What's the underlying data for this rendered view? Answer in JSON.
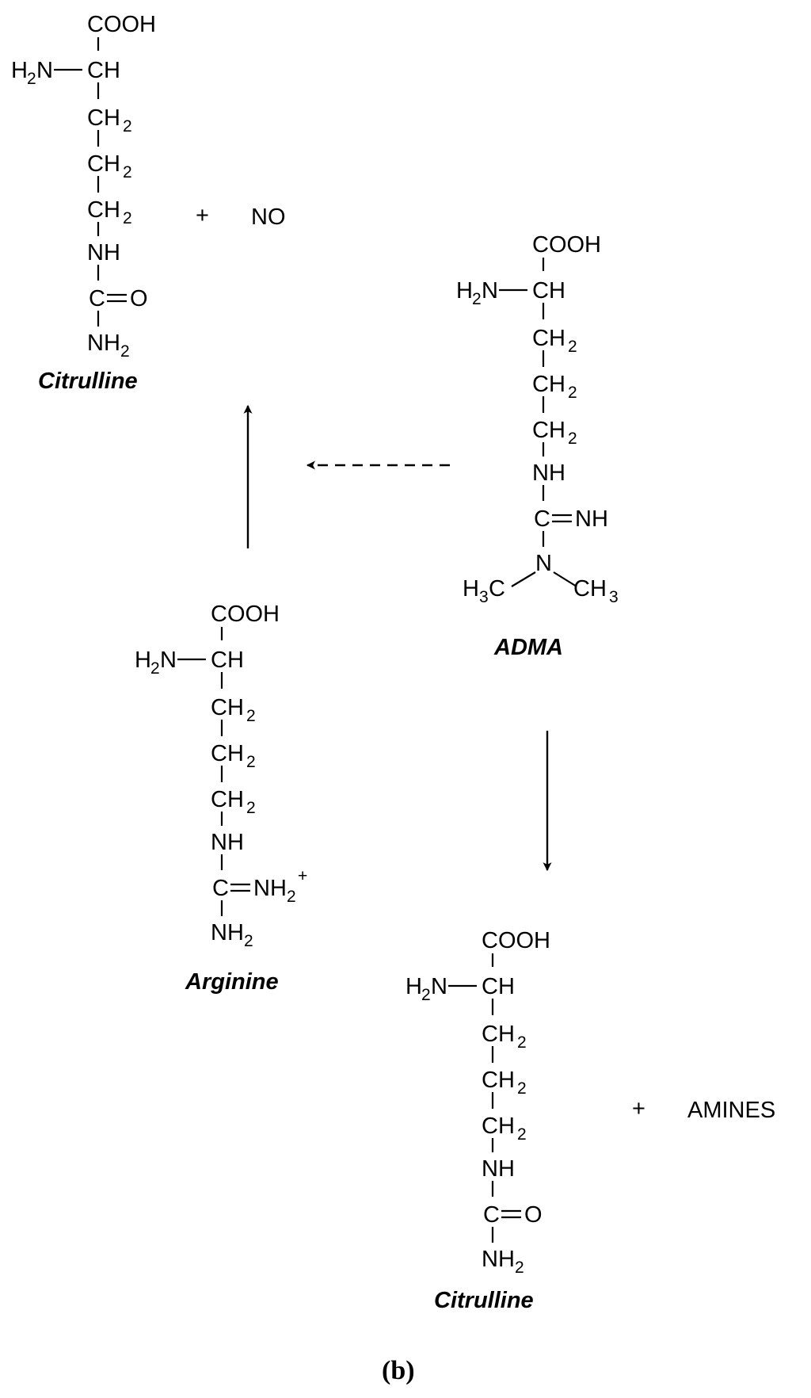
{
  "structures": {
    "citrulline_top": {
      "cooh": "COOH",
      "h": "H",
      "two": "2",
      "n_ch": "N",
      "ch": "CH",
      "ch2_a": "CH",
      "ch2_b": "CH",
      "ch2_c": "CH",
      "nh": "NH",
      "c_o": "C",
      "o": "O",
      "nh2": "NH",
      "name": "Citrulline"
    },
    "adma": {
      "cooh": "COOH",
      "h": "H",
      "two": "2",
      "n_ch": "N",
      "ch": "CH",
      "ch2_a": "CH",
      "ch2_b": "CH",
      "ch2_c": "CH",
      "nh": "NH",
      "c_nh": "C",
      "imine": "NH",
      "n": "N",
      "h3c_h": "H",
      "h3c_3": "3",
      "h3c_c": "C",
      "ch3": "CH",
      "ch3_3": "3",
      "name": "ADMA"
    },
    "arginine": {
      "cooh": "COOH",
      "h": "H",
      "two": "2",
      "n_ch": "N",
      "ch": "CH",
      "ch2_a": "CH",
      "ch2_b": "CH",
      "ch2_c": "CH",
      "nh": "NH",
      "c_nh2": "C",
      "nh2_plus": "NH",
      "plus": "+",
      "nh2": "NH",
      "name": "Arginine"
    },
    "citrulline_bottom": {
      "cooh": "COOH",
      "h": "H",
      "two": "2",
      "n_ch": "N",
      "ch": "CH",
      "ch2_a": "CH",
      "ch2_b": "CH",
      "ch2_c": "CH",
      "nh": "NH",
      "c_o": "C",
      "o": "O",
      "nh2": "NH",
      "name": "Citrulline"
    }
  },
  "products": {
    "plus_no": "+",
    "no": "NO",
    "plus_amines": "+",
    "amines": "AMINES"
  },
  "panel_label": "(b)"
}
